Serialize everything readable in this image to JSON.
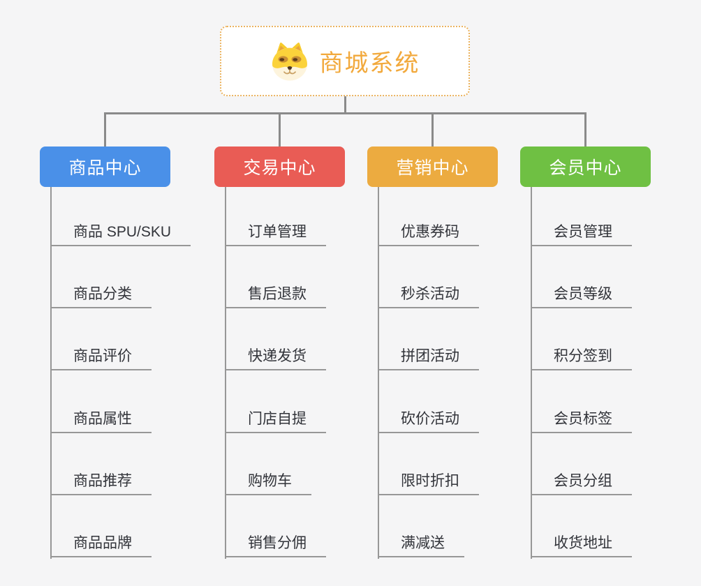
{
  "page": {
    "background": "#F5F5F6"
  },
  "colors": {
    "page_bg": "#F5F5F6",
    "connector": "#8A8A8A",
    "item_line": "#979797",
    "item_text": "#32343A"
  },
  "root": {
    "title": "商城系统",
    "icon": "shiba-dog-icon",
    "title_color": "#F2A93C",
    "border_color": "#EBB35F",
    "background": "#FFFFFF"
  },
  "branches": [
    {
      "label": "商品中心",
      "color": "#4A90E8",
      "items": [
        "商品 SPU/SKU",
        "商品分类",
        "商品评价",
        "商品属性",
        "商品推荐",
        "商品品牌"
      ]
    },
    {
      "label": "交易中心",
      "color": "#E95C55",
      "items": [
        "订单管理",
        "售后退款",
        "快递发货",
        "门店自提",
        "购物车",
        "销售分佣"
      ]
    },
    {
      "label": "营销中心",
      "color": "#ECAB40",
      "items": [
        "优惠券码",
        "秒杀活动",
        "拼团活动",
        "砍价活动",
        "限时折扣",
        "满减送"
      ]
    },
    {
      "label": "会员中心",
      "color": "#6FC043",
      "items": [
        "会员管理",
        "会员等级",
        "积分签到",
        "会员标签",
        "会员分组",
        "收货地址"
      ]
    }
  ]
}
